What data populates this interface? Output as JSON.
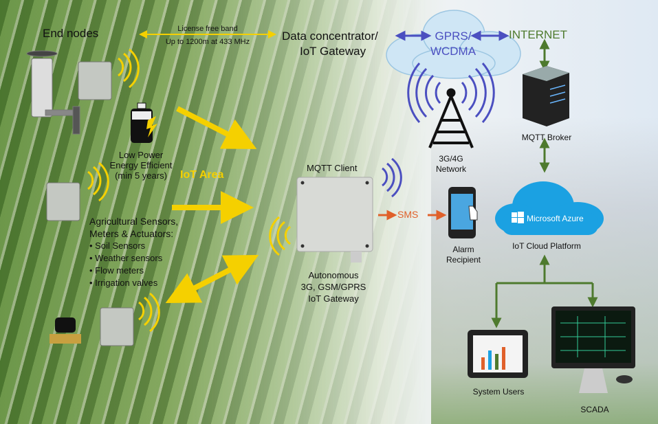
{
  "end_nodes": "End nodes",
  "band": {
    "line1": "License free band",
    "line2": "Up to 1200m at 433 MHz"
  },
  "concentrator": {
    "line1": "Data concentrator/",
    "line2": "IoT Gateway"
  },
  "cloud": {
    "line1": "GPRS/",
    "line2": "WCDMA"
  },
  "internet": "INTERNET",
  "power": {
    "line1": "Low Power",
    "line2": "Energy Efficient",
    "line3": "(min 5 years)"
  },
  "iot_area": "IoT Area",
  "sensors": {
    "title1": "Agricultural Sensors,",
    "title2": "Meters & Actuators:",
    "items": [
      "• Soil Sensors",
      "• Weather sensors",
      "• Flow meters",
      "• Irrigation valves"
    ]
  },
  "mqtt_client": "MQTT Client",
  "gateway": {
    "line1": "Autonomous",
    "line2": "3G, GSM/GPRS",
    "line3": "IoT Gateway"
  },
  "sms": "SMS",
  "tower": {
    "line1": "3G/4G",
    "line2": "Network"
  },
  "alarm": {
    "line1": "Alarm",
    "line2": "Recipient"
  },
  "broker": "MQTT Broker",
  "azure": {
    "logo": "Microsoft Azure",
    "caption": "IoT Cloud Platform"
  },
  "system_users": "System Users",
  "scada": "SCADA",
  "colors": {
    "yellow": "#f5d000",
    "blue": "#4b4fc0",
    "green": "#4e7a2e",
    "orange": "#e0602a",
    "azure": "#1ba1e2"
  }
}
